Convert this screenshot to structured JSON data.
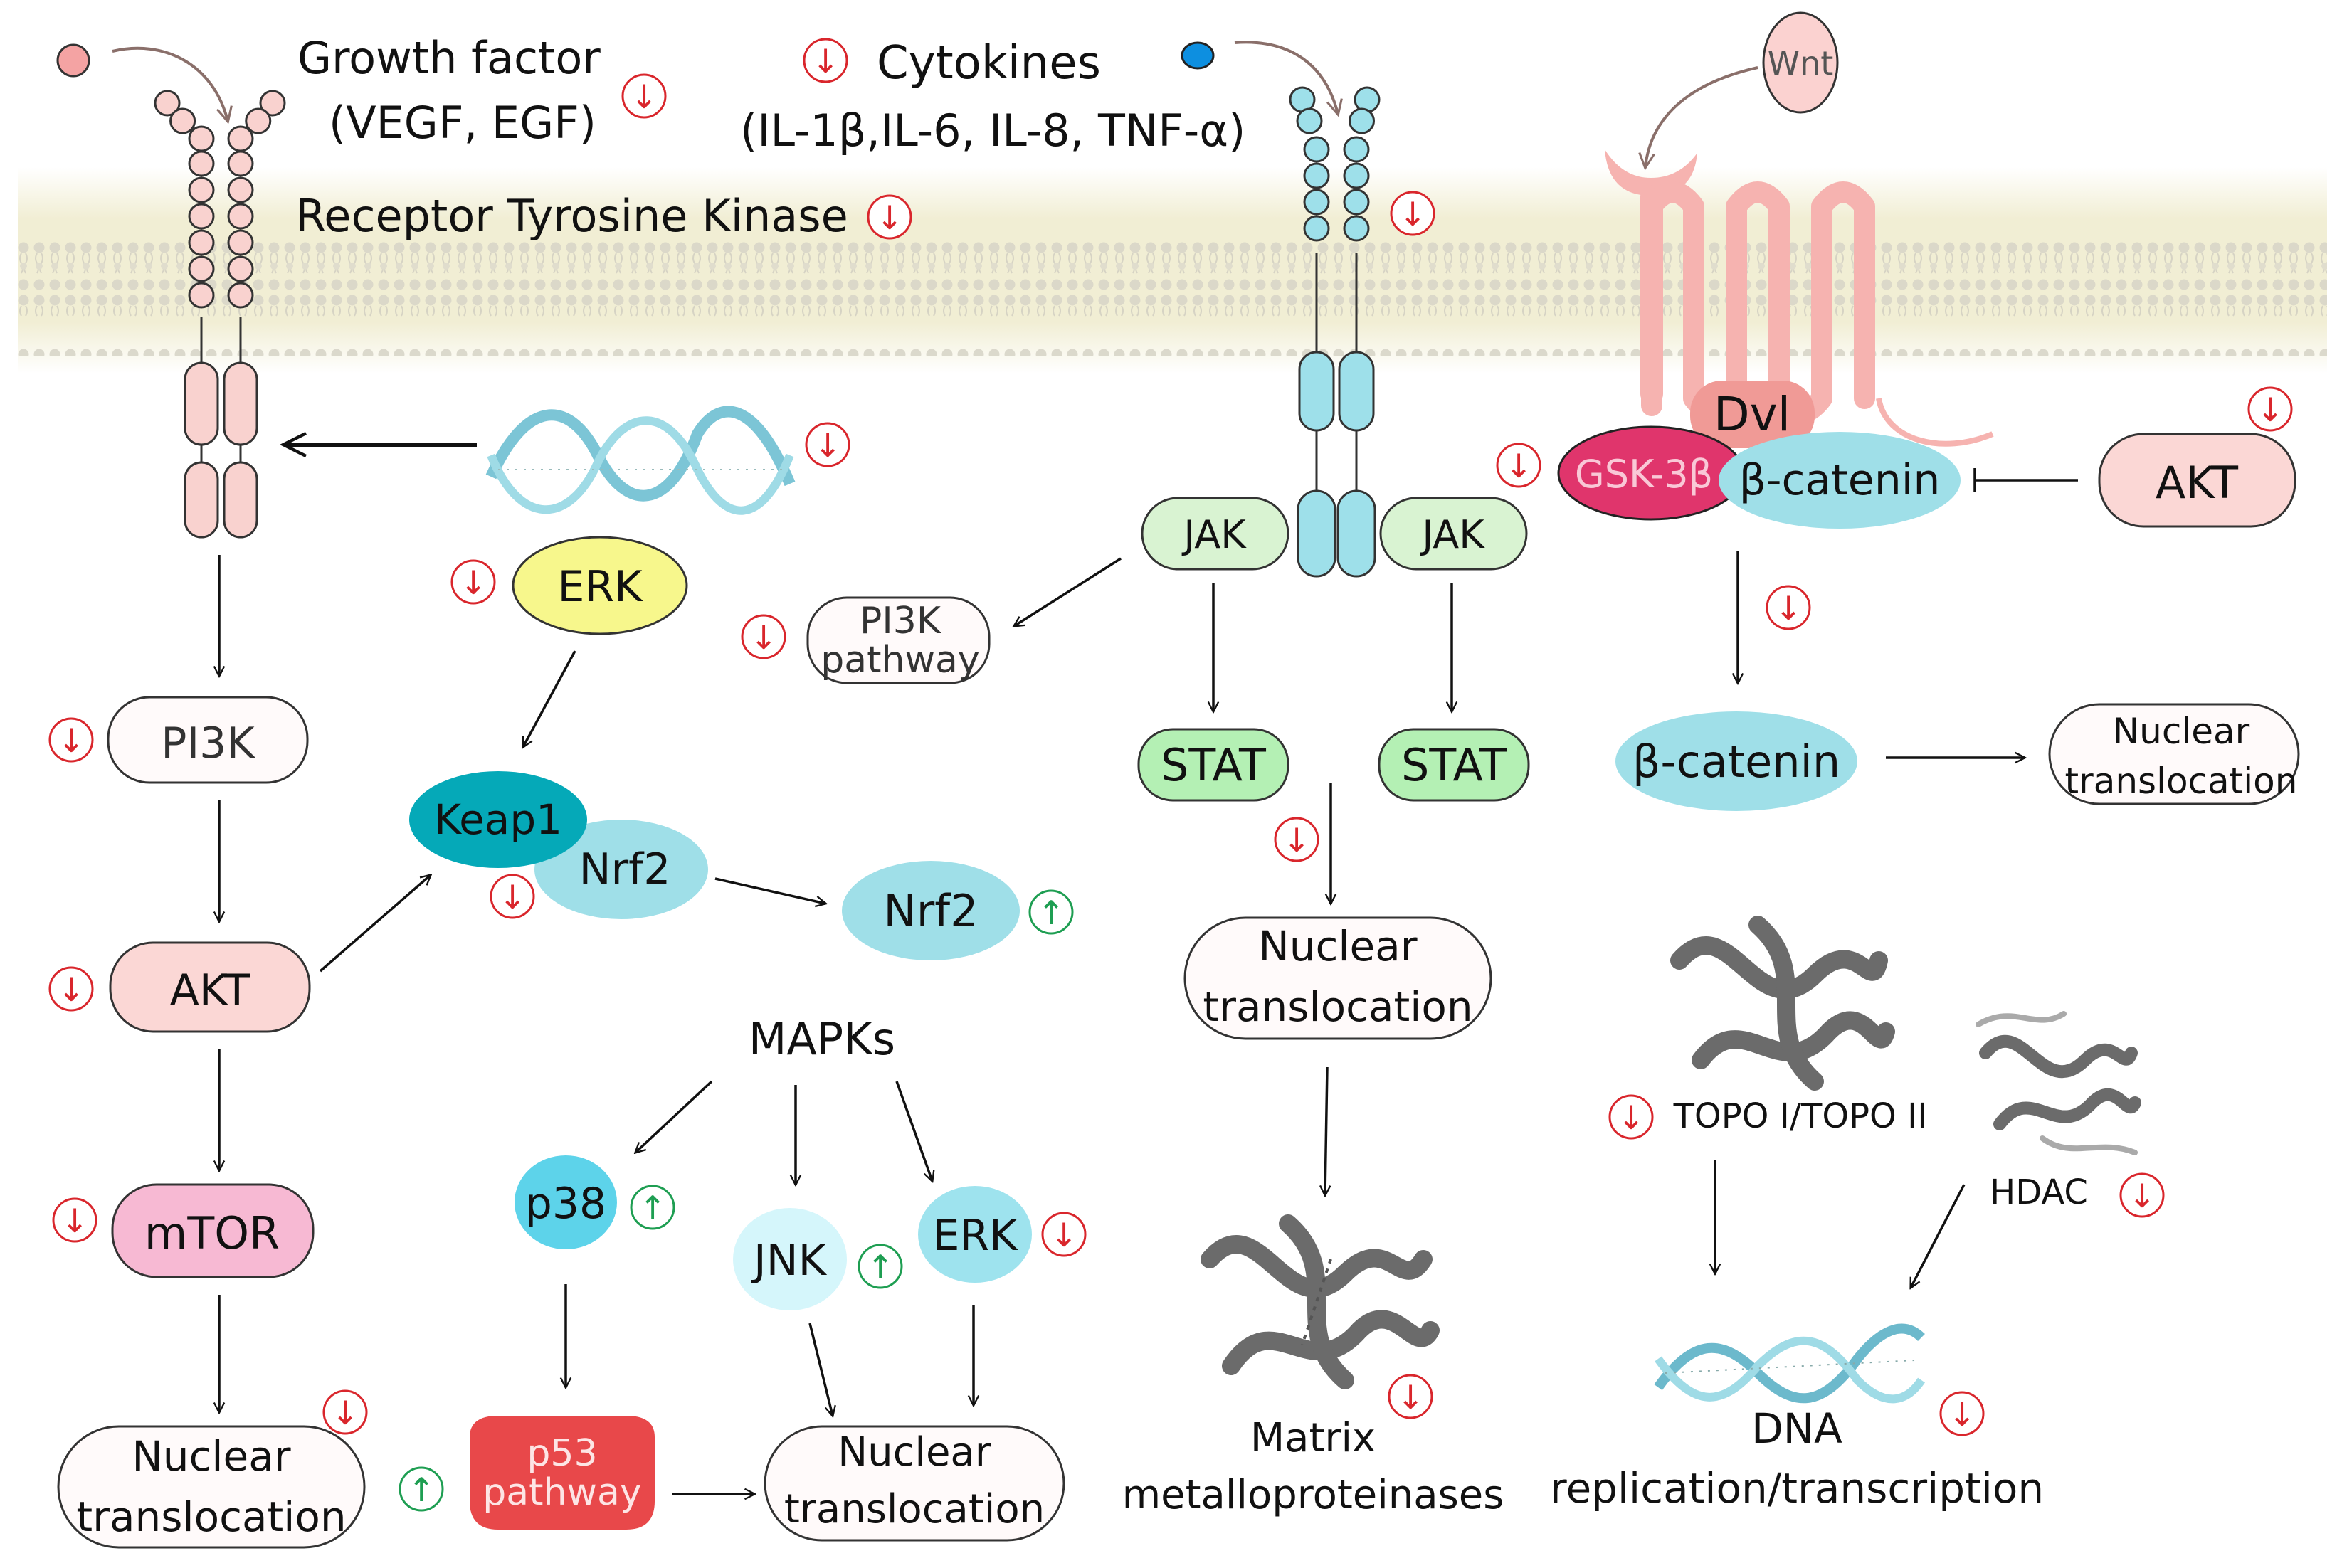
{
  "labels": {
    "growth_factor": "Growth factor",
    "growth_factor_examples": "(VEGF, EGF)",
    "receptor_tyrosine_kinase": "Receptor Tyrosine Kinase",
    "cytokines": "Cytokines",
    "cytokines_examples": "(IL-1β,IL-6, IL-8, TNF-α)",
    "wnt": "Wnt",
    "dvl": "Dvl",
    "gsk3b": "GSK-3β",
    "beta_catenin": "β-catenin",
    "beta_catenin_free": "β-catenin",
    "akt_wnt": "AKT",
    "nuclear_translocation_wnt_line1": "Nuclear",
    "nuclear_translocation_wnt_line2": "translocation",
    "erk_top": "ERK",
    "pi3k_pathway_line1": "PI3K",
    "pi3k_pathway_line2": "pathway",
    "jak_left": "JAK",
    "jak_right": "JAK",
    "stat_left": "STAT",
    "stat_right": "STAT",
    "pi3k": "PI3K",
    "akt": "AKT",
    "mtor": "mTOR",
    "keap1": "Keap1",
    "nrf2_complex": "Nrf2",
    "nrf2_free": "Nrf2",
    "nuclear_translocation_jak_line1": "Nuclear",
    "nuclear_translocation_jak_line2": "translocation",
    "mapks": "MAPKs",
    "p38": "p38",
    "jnk": "JNK",
    "erk_mapk": "ERK",
    "p53_line1": "p53",
    "p53_line2": "pathway",
    "nuclear_translocation_left_line1": "Nuclear",
    "nuclear_translocation_left_line2": "translocation",
    "nuclear_translocation_mapk_line1": "Nuclear",
    "nuclear_translocation_mapk_line2": "translocation",
    "topo": "TOPO I/TOPO II",
    "hdac": "HDAC",
    "mmp_line1": "Matrix",
    "mmp_line2": "metalloproteinases",
    "dna_line1": "DNA",
    "dna_line2": "replication/transcription"
  },
  "indicators": {
    "down_glyph": "↓",
    "up_glyph": "↑",
    "down_color": "#d9262c",
    "up_color": "#1e9e52"
  },
  "colors": {
    "growth_factor_ligand": "#f4a3a3",
    "cytokine_ligand": "#0d8fe0",
    "rtk_receptor": "#f9d2cf",
    "cytokine_receptor": "#9ee0ea",
    "wnt_receptor": "#f6b3b0",
    "membrane": "#ece8c8",
    "jak_stat": "#d9f3d2",
    "stat_node": "#b4f0b4",
    "akt": "#fbd7d5",
    "mtor": "#f7b9d3",
    "erk_top": "#f7f78c",
    "keap1": "#05a9b8",
    "nrf2": "#9fdfe8",
    "p38": "#5dd3ea",
    "jnk": "#d5f6fb",
    "erk_mapk": "#9ee3ee",
    "p53": "#e8484a",
    "gsk3b": "#e0356c",
    "dna_helix": "#8fd6e2",
    "chromatin": "#666666"
  }
}
